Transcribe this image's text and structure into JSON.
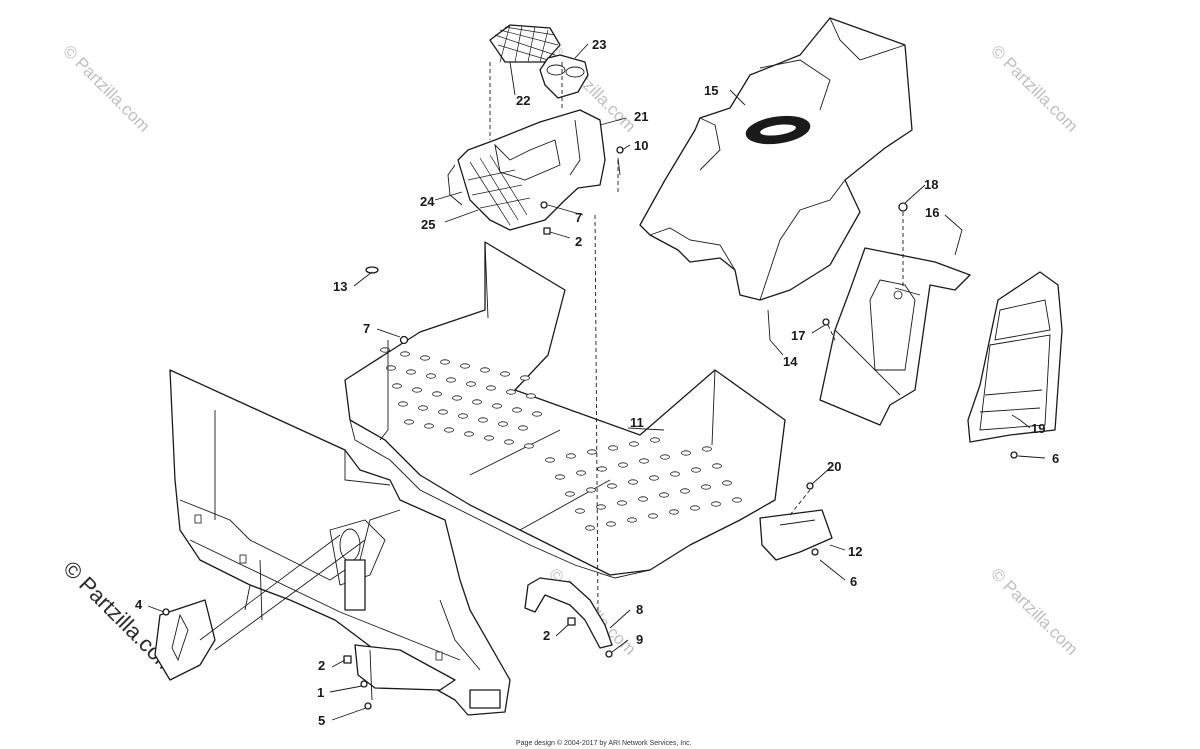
{
  "diagram": {
    "callouts": [
      "1",
      "2",
      "2",
      "2",
      "2",
      "4",
      "5",
      "6",
      "6",
      "7",
      "7",
      "8",
      "9",
      "10",
      "11",
      "12",
      "13",
      "14",
      "15",
      "16",
      "17",
      "18",
      "19",
      "20",
      "21",
      "22",
      "23",
      "24",
      "25"
    ],
    "watermarks": {
      "faint": "© Partzilla.com",
      "dark": "© Partzilla.com"
    },
    "footer": "Page design © 2004-2017 by ARI Network Services, Inc."
  }
}
